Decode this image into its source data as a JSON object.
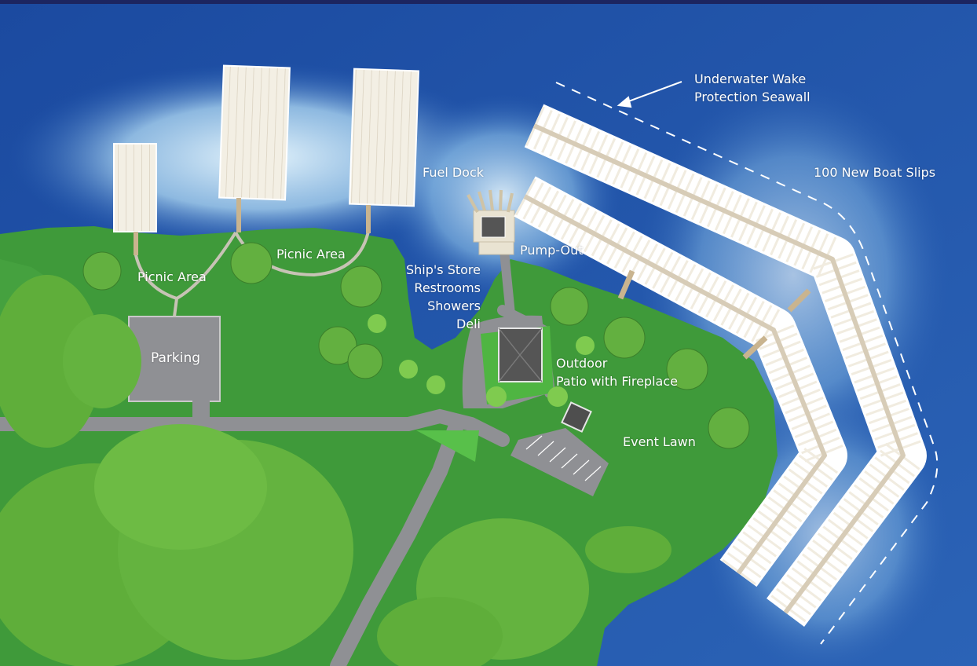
{
  "labels": {
    "fuel_dock": "Fuel Dock",
    "pump_out": "Pump-Out",
    "ships_store": "Ship's Store",
    "restrooms": "Restrooms",
    "showers": "Showers",
    "deli": "Deli",
    "picnic_area_east": "Picnic Area",
    "picnic_area_west": "Picnic Area",
    "parking": "Parking",
    "patio_line1": "Outdoor",
    "patio_line2": "Patio with Fireplace",
    "event_lawn": "Event Lawn",
    "seawall_line1": "Underwater Wake",
    "seawall_line2": "Protection Seawall",
    "new_slips": "100 New Boat Slips"
  },
  "colors": {
    "water_deep": "#1f4fa6",
    "water_shallow": "#d8ecf8",
    "land": "#3f9a3a",
    "road": "#8f9094",
    "dock": "#ede8dc",
    "tree": "#5fae3a",
    "label_text": "#ffffff"
  },
  "icons": {
    "seawall_arrow": "arrow-icon",
    "building": "building-icon",
    "tree": "tree-icon"
  }
}
